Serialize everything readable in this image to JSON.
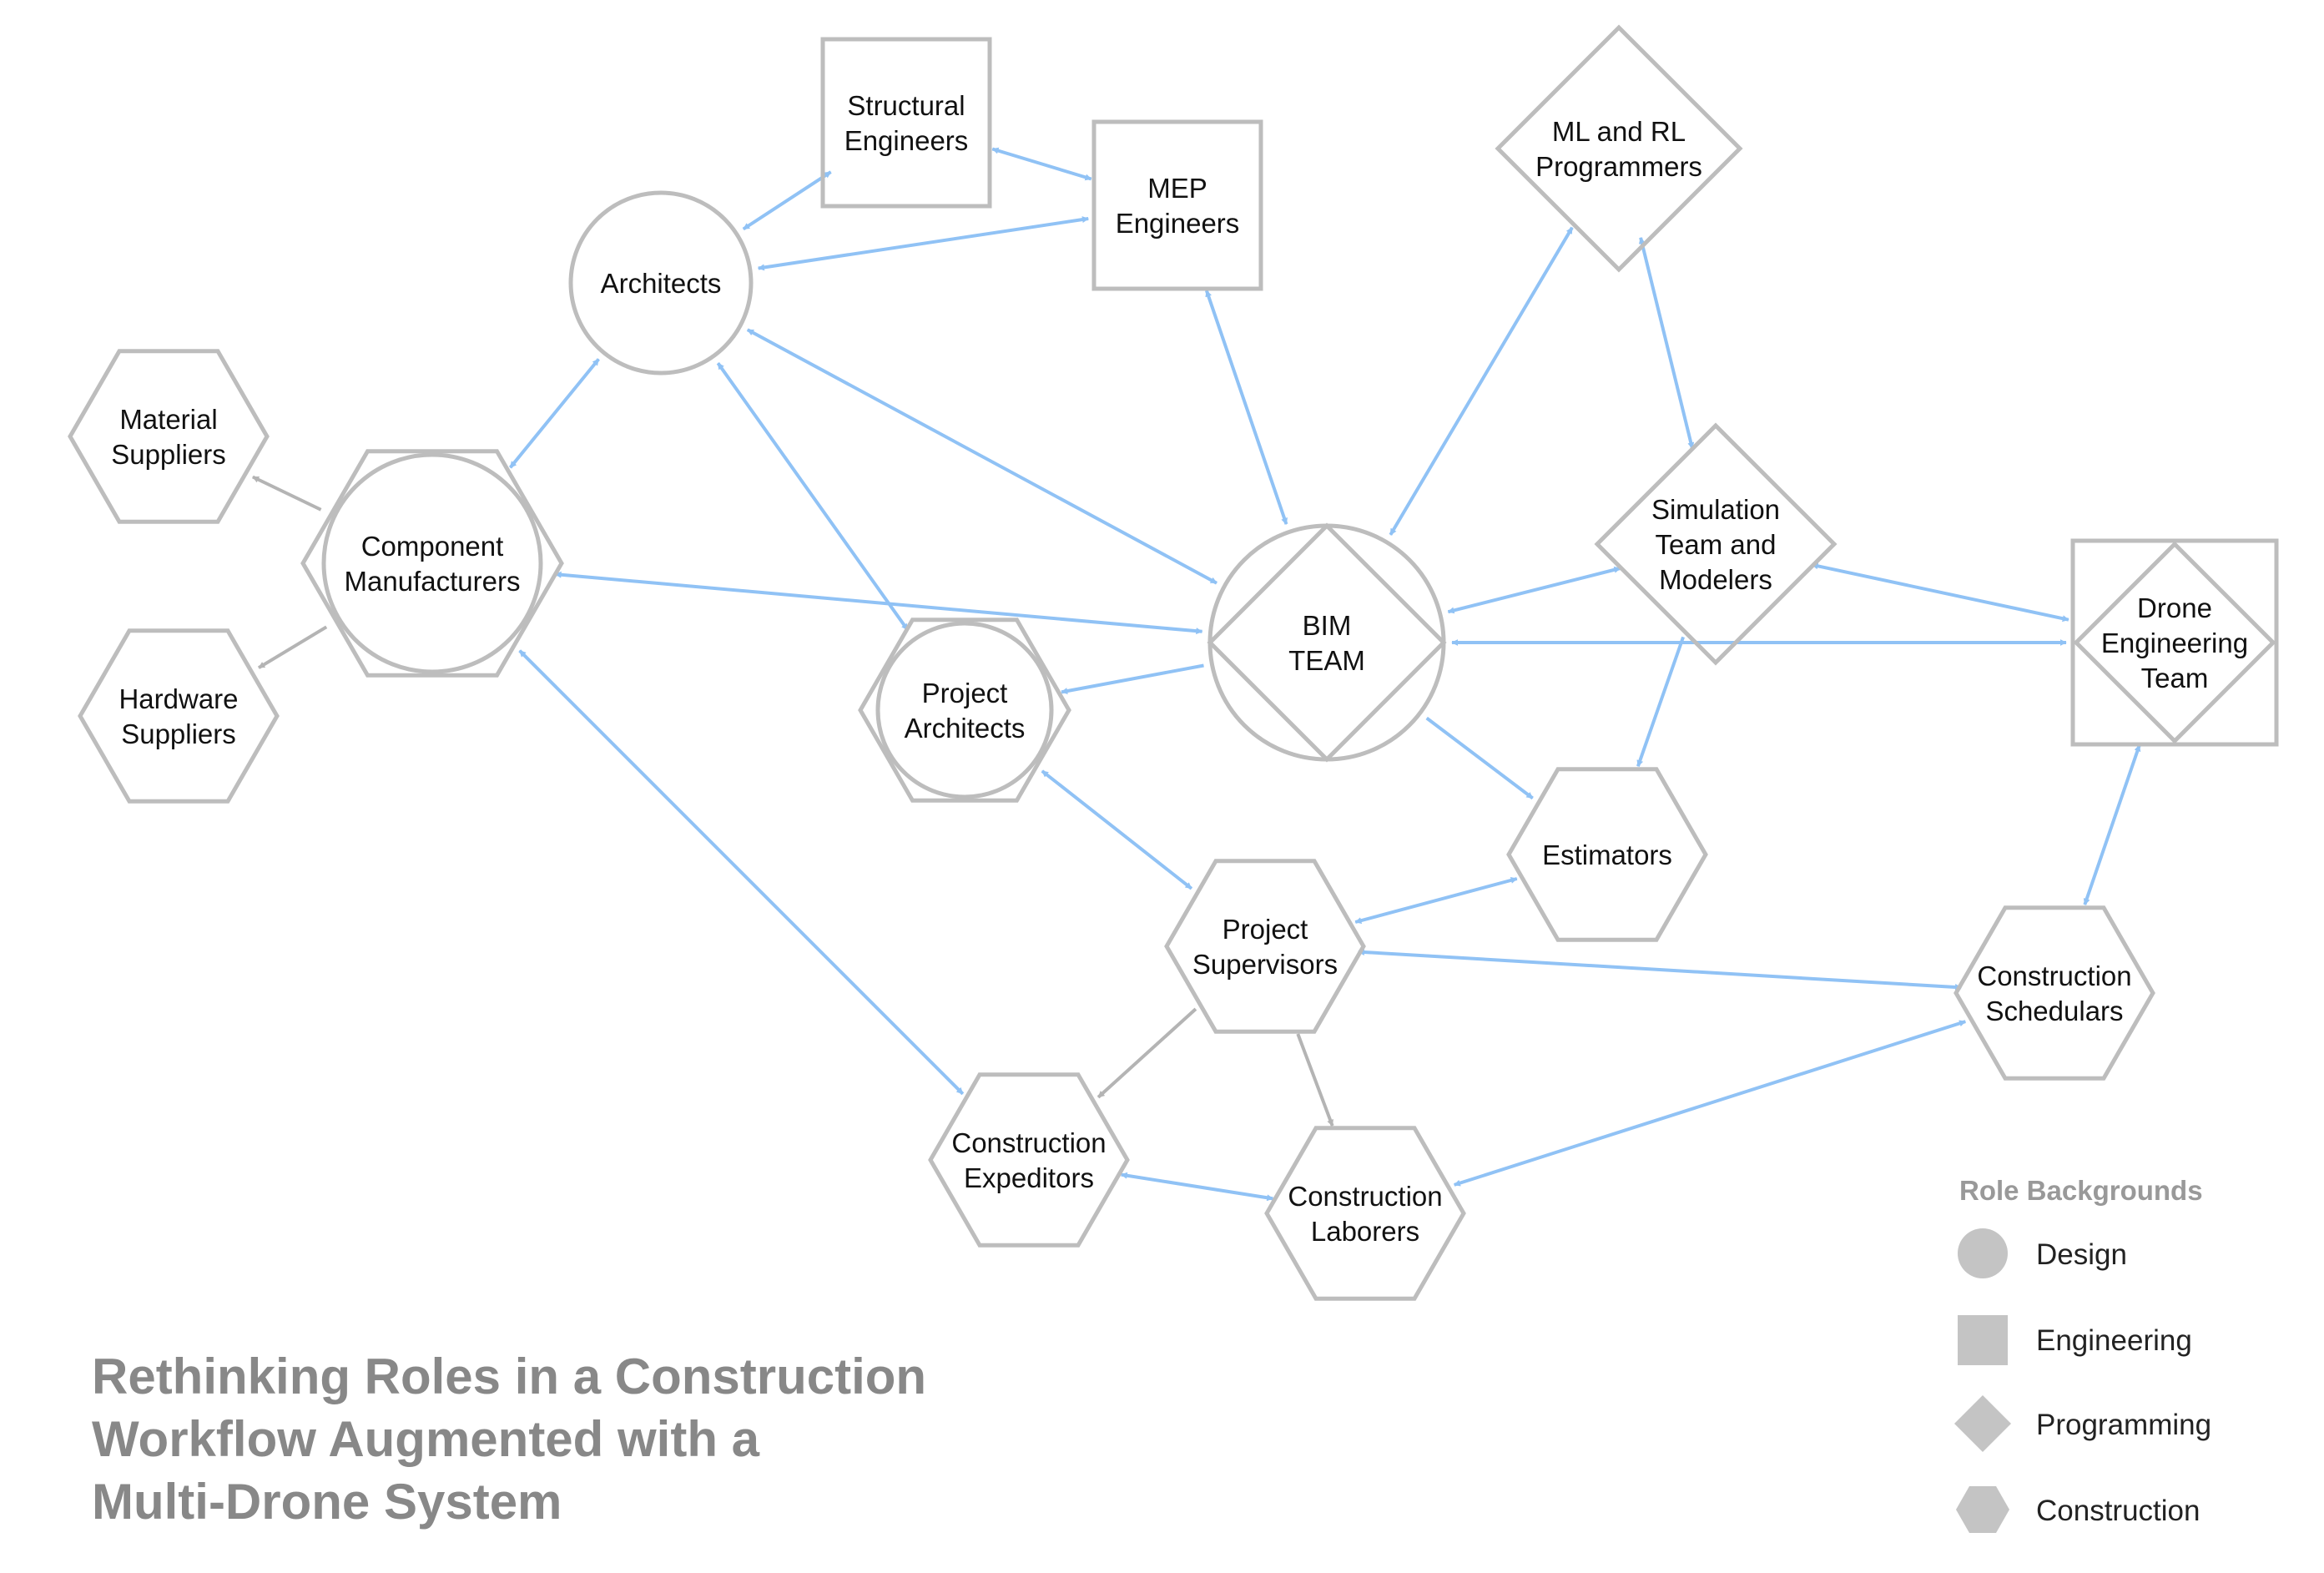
{
  "title_lines": [
    "Rethinking Roles in a Construction",
    "Workflow Augmented with a",
    "Multi-Drone System"
  ],
  "colors": {
    "shape_stroke": "#bdbdbd",
    "blue_arrow": "#90c2f5",
    "gray_arrow": "#b4b4b4",
    "legend_fill": "#c4c4c4",
    "title": "#888888"
  },
  "legend": {
    "title": "Role Backgrounds",
    "items": [
      {
        "shape": "circle",
        "label": "Design"
      },
      {
        "shape": "square",
        "label": "Engineering"
      },
      {
        "shape": "diamond",
        "label": "Programming"
      },
      {
        "shape": "hexagon",
        "label": "Construction"
      }
    ]
  },
  "nodes": [
    {
      "id": "structural",
      "lines": [
        "Structural",
        "Engineers"
      ],
      "backgrounds": [
        "square"
      ]
    },
    {
      "id": "mep",
      "lines": [
        "MEP",
        "Engineers"
      ],
      "backgrounds": [
        "square"
      ]
    },
    {
      "id": "ml",
      "lines": [
        "ML and RL",
        "Programmers"
      ],
      "backgrounds": [
        "diamond"
      ]
    },
    {
      "id": "architects",
      "lines": [
        "Architects"
      ],
      "backgrounds": [
        "circle"
      ]
    },
    {
      "id": "material",
      "lines": [
        "Material",
        "Suppliers"
      ],
      "backgrounds": [
        "hexagon"
      ]
    },
    {
      "id": "component",
      "lines": [
        "Component",
        "Manufacturers"
      ],
      "backgrounds": [
        "hexagon",
        "circle"
      ]
    },
    {
      "id": "hardware",
      "lines": [
        "Hardware",
        "Suppliers"
      ],
      "backgrounds": [
        "hexagon"
      ]
    },
    {
      "id": "simulation",
      "lines": [
        "Simulation",
        "Team and",
        "Modelers"
      ],
      "backgrounds": [
        "diamond"
      ]
    },
    {
      "id": "bim",
      "lines": [
        "BIM",
        "TEAM"
      ],
      "backgrounds": [
        "circle",
        "diamond"
      ]
    },
    {
      "id": "drone",
      "lines": [
        "Drone",
        "Engineering",
        "Team"
      ],
      "backgrounds": [
        "square",
        "diamond"
      ]
    },
    {
      "id": "projarch",
      "lines": [
        "Project",
        "Architects"
      ],
      "backgrounds": [
        "hexagon",
        "circle"
      ]
    },
    {
      "id": "estimators",
      "lines": [
        "Estimators"
      ],
      "backgrounds": [
        "hexagon"
      ]
    },
    {
      "id": "supervisors",
      "lines": [
        "Project",
        "Supervisors"
      ],
      "backgrounds": [
        "hexagon"
      ]
    },
    {
      "id": "schedulars",
      "lines": [
        "Construction",
        "Schedulars"
      ],
      "backgrounds": [
        "hexagon"
      ]
    },
    {
      "id": "expeditors",
      "lines": [
        "Construction",
        "Expeditors"
      ],
      "backgrounds": [
        "hexagon"
      ]
    },
    {
      "id": "laborers",
      "lines": [
        "Construction",
        "Laborers"
      ],
      "backgrounds": [
        "hexagon"
      ]
    }
  ],
  "edges": [
    {
      "from": "architects",
      "to": "structural",
      "style": "blue",
      "direction": "both"
    },
    {
      "from": "structural",
      "to": "mep",
      "style": "blue",
      "direction": "both"
    },
    {
      "from": "architects",
      "to": "mep",
      "style": "blue",
      "direction": "both"
    },
    {
      "from": "architects",
      "to": "component",
      "style": "blue",
      "direction": "both"
    },
    {
      "from": "architects",
      "to": "bim",
      "style": "blue",
      "direction": "both"
    },
    {
      "from": "architects",
      "to": "projarch",
      "style": "blue",
      "direction": "both"
    },
    {
      "from": "mep",
      "to": "bim",
      "style": "blue",
      "direction": "both"
    },
    {
      "from": "ml",
      "to": "bim",
      "style": "blue",
      "direction": "both"
    },
    {
      "from": "ml",
      "to": "simulation",
      "style": "blue",
      "direction": "both"
    },
    {
      "from": "component",
      "to": "material",
      "style": "gray",
      "direction": "forward"
    },
    {
      "from": "component",
      "to": "hardware",
      "style": "gray",
      "direction": "forward"
    },
    {
      "from": "component",
      "to": "bim",
      "style": "blue",
      "direction": "both"
    },
    {
      "from": "component",
      "to": "expeditors",
      "style": "blue",
      "direction": "both"
    },
    {
      "from": "bim",
      "to": "simulation",
      "style": "blue",
      "direction": "both"
    },
    {
      "from": "simulation",
      "to": "drone",
      "style": "blue",
      "direction": "both"
    },
    {
      "from": "bim",
      "to": "drone",
      "style": "blue",
      "direction": "both"
    },
    {
      "from": "bim",
      "to": "projarch",
      "style": "blue",
      "direction": "forward"
    },
    {
      "from": "bim",
      "to": "estimators",
      "style": "blue",
      "direction": "forward"
    },
    {
      "from": "simulation",
      "to": "estimators",
      "style": "blue",
      "direction": "forward"
    },
    {
      "from": "projarch",
      "to": "supervisors",
      "style": "blue",
      "direction": "both"
    },
    {
      "from": "supervisors",
      "to": "estimators",
      "style": "blue",
      "direction": "both"
    },
    {
      "from": "supervisors",
      "to": "schedulars",
      "style": "blue",
      "direction": "both"
    },
    {
      "from": "drone",
      "to": "schedulars",
      "style": "blue",
      "direction": "both"
    },
    {
      "from": "supervisors",
      "to": "expeditors",
      "style": "gray",
      "direction": "forward"
    },
    {
      "from": "supervisors",
      "to": "laborers",
      "style": "gray",
      "direction": "forward"
    },
    {
      "from": "expeditors",
      "to": "laborers",
      "style": "blue",
      "direction": "both"
    },
    {
      "from": "schedulars",
      "to": "laborers",
      "style": "blue",
      "direction": "both"
    }
  ]
}
